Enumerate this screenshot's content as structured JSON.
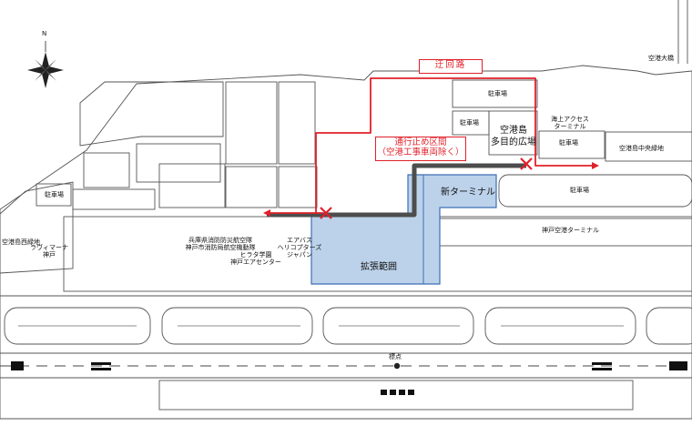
{
  "colors": {
    "detour": "#e0202a",
    "closed_road": "#4d4d4d",
    "expansion_fill": "#bcd2ea",
    "expansion_stroke": "#3c6fb5",
    "line": "#555555"
  },
  "icons": {
    "compass": "compass-rose-icon",
    "closure": "red-x-icon"
  },
  "compass": {
    "north_label": "N"
  },
  "legend": {
    "detour_label": "迂回路",
    "closure_lines": [
      "通行止め区間",
      "（空港工事車両除く）"
    ]
  },
  "areas": {
    "new_terminal": "新ターミナル",
    "expansion": "拡張範囲",
    "multi_purpose_lines": [
      "空港島",
      "多目的広場"
    ]
  },
  "parking": {
    "p1": "駐車場",
    "p2": "駐車場",
    "p3": "駐車場",
    "p4": "駐車場",
    "p5": "駐車場"
  },
  "places": {
    "airport_bridge": "空港大橋",
    "sea_access_lines": [
      "海上アクセス",
      "ターミナル"
    ],
    "central_green": "空港島中央緑地",
    "kobe_terminal": "神戸空港ターミナル",
    "west_green": "空港島西緑地",
    "luvimana_lines": [
      "ラヴィマーナ",
      "神戸"
    ],
    "fire_lines": [
      "兵庫県消防防災航空隊",
      "神戸市消防局航空機動隊"
    ],
    "hirata_lines": [
      "ヒラタ学園",
      "神戸エアセンター"
    ],
    "airbus_lines": [
      "エアバス",
      "ヘリコプターズ",
      "ジャパン"
    ],
    "marker_label": "標点"
  }
}
